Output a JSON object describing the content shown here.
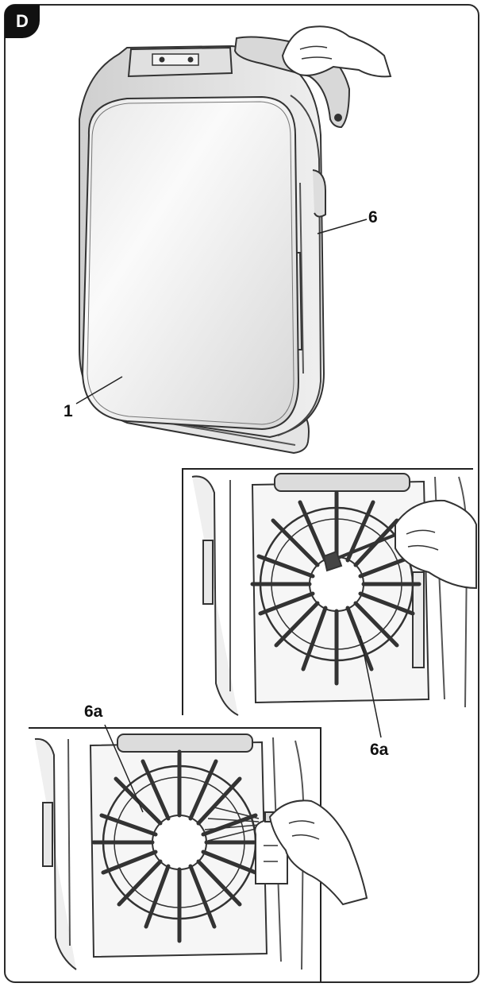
{
  "step_badge": "D",
  "callouts": {
    "filter": "1",
    "side_panel": "6",
    "fan_inset1": "6a",
    "fan_inset2": "6a"
  }
}
